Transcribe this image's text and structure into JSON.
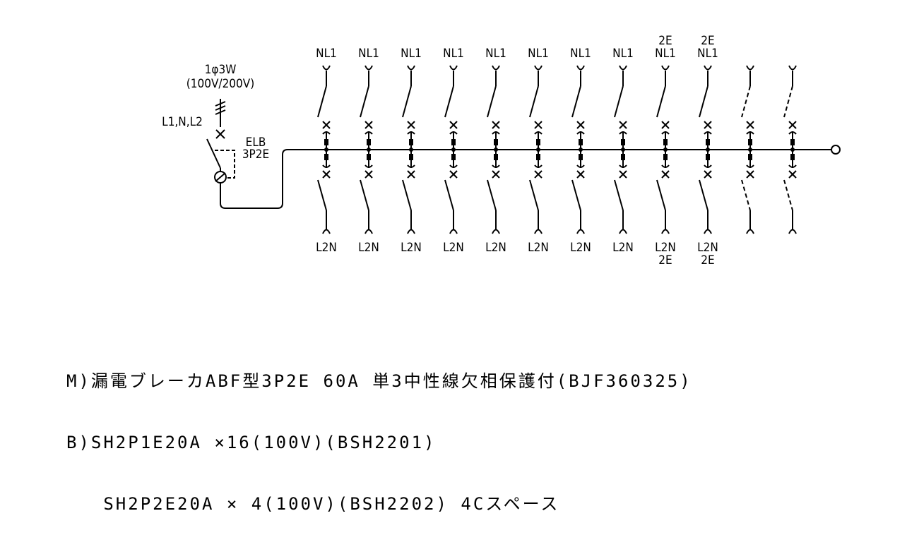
{
  "supply": {
    "phase_label": "1φ3W",
    "voltage_label": "(100V/200V)",
    "lines_label": "L1,N,L2"
  },
  "main_breaker": {
    "type_line1": "ELB",
    "type_line2": "3P2E"
  },
  "branches": [
    {
      "top": [
        "NL1"
      ],
      "bottom": [
        "L2N"
      ],
      "dashed": false
    },
    {
      "top": [
        "NL1"
      ],
      "bottom": [
        "L2N"
      ],
      "dashed": false
    },
    {
      "top": [
        "NL1"
      ],
      "bottom": [
        "L2N"
      ],
      "dashed": false
    },
    {
      "top": [
        "NL1"
      ],
      "bottom": [
        "L2N"
      ],
      "dashed": false
    },
    {
      "top": [
        "NL1"
      ],
      "bottom": [
        "L2N"
      ],
      "dashed": false
    },
    {
      "top": [
        "NL1"
      ],
      "bottom": [
        "L2N"
      ],
      "dashed": false
    },
    {
      "top": [
        "NL1"
      ],
      "bottom": [
        "L2N"
      ],
      "dashed": false
    },
    {
      "top": [
        "NL1"
      ],
      "bottom": [
        "L2N"
      ],
      "dashed": false
    },
    {
      "top": [
        "2E",
        "NL1"
      ],
      "bottom": [
        "L2N",
        "2E"
      ],
      "dashed": false
    },
    {
      "top": [
        "2E",
        "NL1"
      ],
      "bottom": [
        "L2N",
        "2E"
      ],
      "dashed": false
    },
    {
      "top": [],
      "bottom": [],
      "dashed": true
    },
    {
      "top": [],
      "bottom": [],
      "dashed": true
    }
  ],
  "notes": [
    "M)漏電ブレーカABF型3P2E 60A 単3中性線欠相保護付(BJF360325)",
    "B)SH2P1E20A ×16(100V)(BSH2201)",
    "   SH2P2E20A × 4(100V)(BSH2202) 4Cスペース"
  ]
}
